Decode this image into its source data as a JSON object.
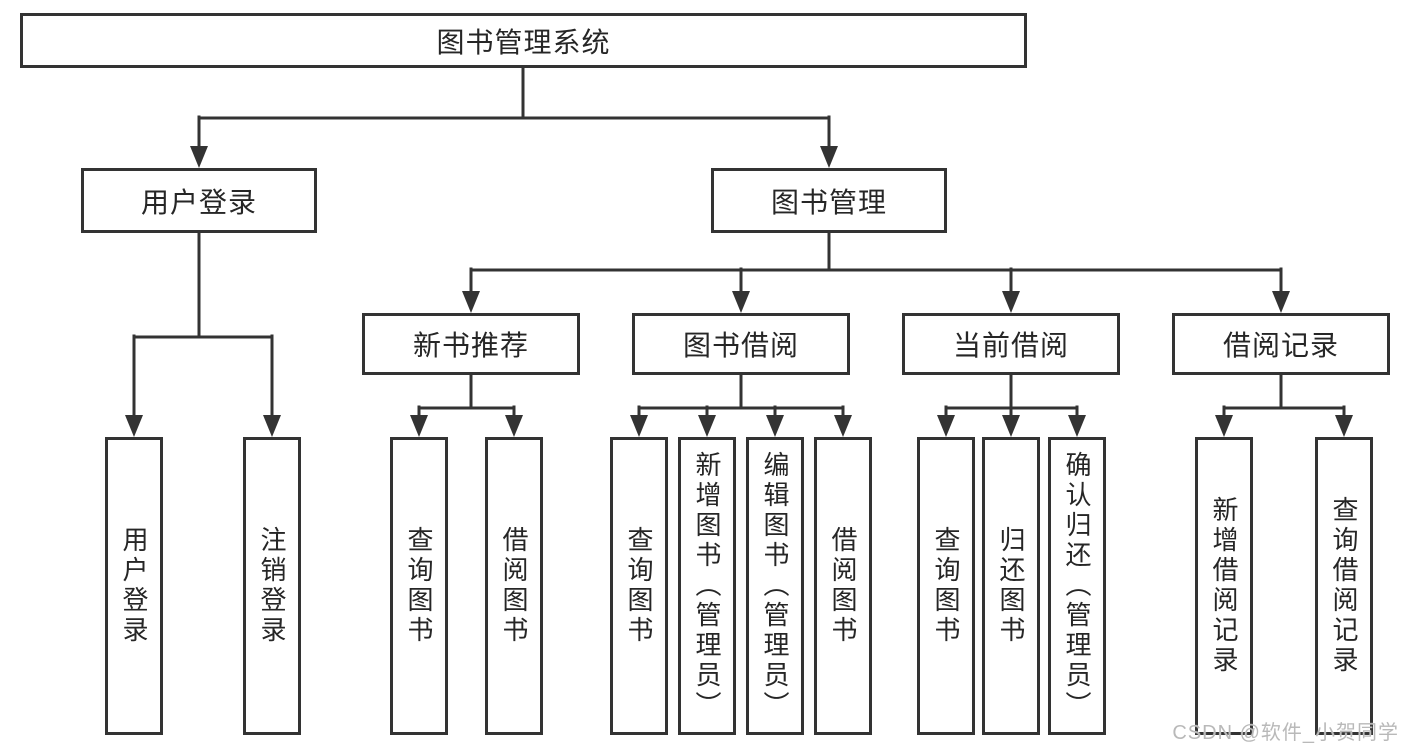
{
  "diagram": {
    "root": {
      "label": "图书管理系统"
    },
    "branches": [
      {
        "label": "用户登录",
        "children": [
          {
            "label": "用户登录"
          },
          {
            "label": "注销登录"
          }
        ]
      },
      {
        "label": "图书管理",
        "sections": [
          {
            "label": "新书推荐",
            "children": [
              {
                "label": "查询图书"
              },
              {
                "label": "借阅图书"
              }
            ]
          },
          {
            "label": "图书借阅",
            "children": [
              {
                "label": "查询图书"
              },
              {
                "label": "新增图书（管理员）"
              },
              {
                "label": "编辑图书（管理员）"
              },
              {
                "label": "借阅图书"
              }
            ]
          },
          {
            "label": "当前借阅",
            "children": [
              {
                "label": "查询图书"
              },
              {
                "label": "归还图书"
              },
              {
                "label": "确认归还（管理员）"
              }
            ]
          },
          {
            "label": "借阅记录",
            "children": [
              {
                "label": "新增借阅记录"
              },
              {
                "label": "查询借阅记录"
              }
            ]
          }
        ]
      }
    ]
  },
  "watermark": {
    "text": "CSDN @软件_小贺同学"
  },
  "colors": {
    "line": "#333333",
    "text": "#262626",
    "watermark": "#b9b9b9",
    "background": "#ffffff"
  }
}
